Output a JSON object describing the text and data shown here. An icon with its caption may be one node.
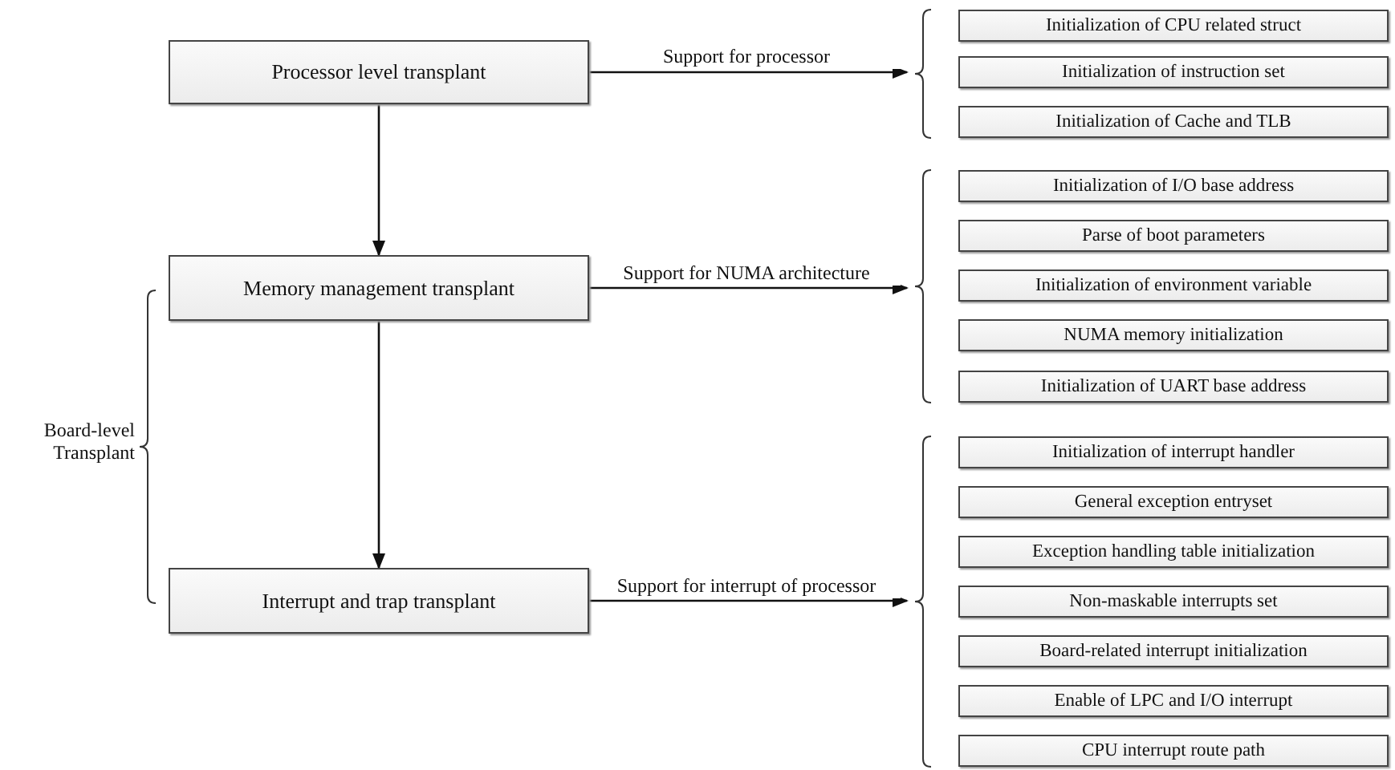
{
  "diagram": {
    "nodes": [
      {
        "text": [
          "Processor level transplant"
        ]
      },
      {
        "text": [
          "Memory management transplant"
        ]
      },
      {
        "text": [
          "Interrupt and trap transplant"
        ]
      },
      {
        "text": [
          "Initialization of CPU related struct"
        ]
      },
      {
        "text": [
          "Initialization of instruction set"
        ]
      },
      {
        "text": [
          "Initialization of Cache and TLB"
        ]
      },
      {
        "text": [
          "Initialization of I/O base address"
        ]
      },
      {
        "text": [
          "Parse of boot parameters"
        ]
      },
      {
        "text": [
          "Initialization of environment variable"
        ]
      },
      {
        "text": [
          "NUMA memory initialization"
        ]
      },
      {
        "text": [
          "Initialization of UART base address"
        ]
      },
      {
        "text": [
          "Initialization of interrupt handler"
        ]
      },
      {
        "text": [
          "General exception entryset"
        ]
      },
      {
        "text": [
          "Exception handling table initialization"
        ]
      },
      {
        "text": [
          "Non-maskable interrupts  set"
        ]
      },
      {
        "text": [
          "Board-related interrupt initialization"
        ]
      },
      {
        "text": [
          "Enable of LPC and I/O interrupt"
        ]
      },
      {
        "text": [
          "CPU interrupt route path"
        ]
      }
    ],
    "edges": [
      {
        "from": 0,
        "to": 1,
        "arrow": "to"
      },
      {
        "from": 1,
        "to": 2,
        "arrow": "to"
      },
      {
        "from": 0,
        "to": null,
        "arrow": "to",
        "label": "Support for processor"
      },
      {
        "from": 1,
        "to": null,
        "arrow": "to",
        "label": "Support for NUMA architecture"
      },
      {
        "from": 2,
        "to": null,
        "arrow": "to",
        "label": "Support for interrupt of processor"
      }
    ],
    "labels": [
      "Board-level Transplant"
    ]
  }
}
